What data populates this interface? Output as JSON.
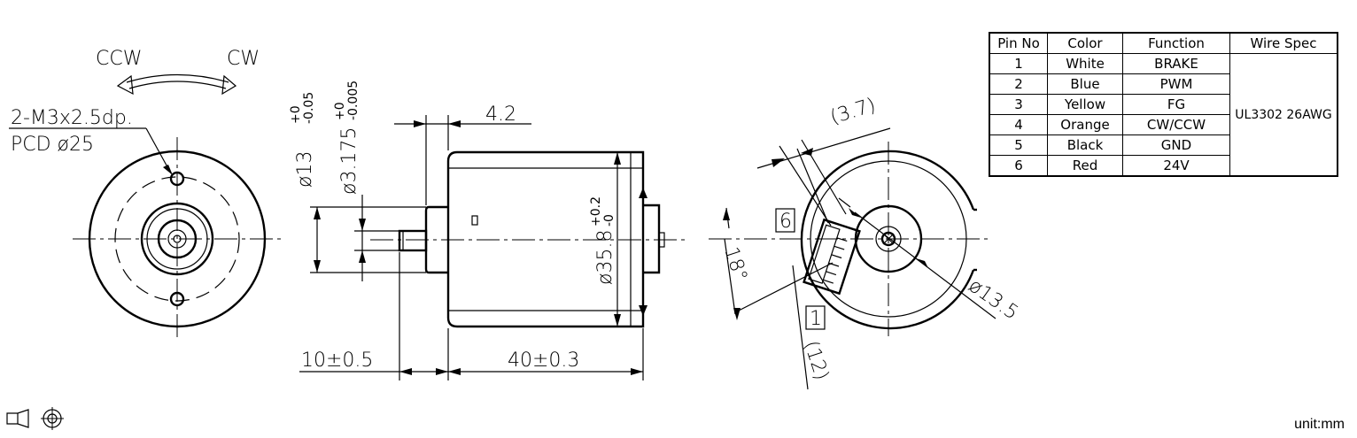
{
  "front_view": {
    "rotation_ccw": "CCW",
    "rotation_cw": "CW",
    "mount_hole_spec": "2-M3x2.5dp.",
    "pcd": "PCD  ø25"
  },
  "side_view": {
    "boss_dia": "ø13",
    "boss_tol_upper": "+0",
    "boss_tol_lower": "-0.05",
    "shaft_dia": "ø3.175",
    "shaft_tol_upper": "+0",
    "shaft_tol_lower": "-0.005",
    "boss_len": "4.2",
    "body_dia": "ø35.8",
    "body_tol_upper": "+0.2",
    "body_tol_lower": "-0",
    "shaft_len": "10±0.5",
    "body_len": "40±0.3"
  },
  "rear_view": {
    "offset_37": "(3.7)",
    "pin_6": "6",
    "pin_1": "1",
    "angle": "18°",
    "width_12": "(12)",
    "hub_dia": "ø13.5"
  },
  "pin_table": {
    "headers": [
      "Pin No",
      "Color",
      "Function",
      "Wire Spec"
    ],
    "rows": [
      [
        "1",
        "White",
        "BRAKE"
      ],
      [
        "2",
        "Blue",
        "PWM"
      ],
      [
        "3",
        "Yellow",
        "FG"
      ],
      [
        "4",
        "Orange",
        "CW/CCW"
      ],
      [
        "5",
        "Black",
        "GND"
      ],
      [
        "6",
        "Red",
        "24V"
      ]
    ],
    "wire_spec": "UL3302 26AWG"
  },
  "unit": "unit:mm",
  "icons": [
    "third-angle-projection-icon"
  ]
}
